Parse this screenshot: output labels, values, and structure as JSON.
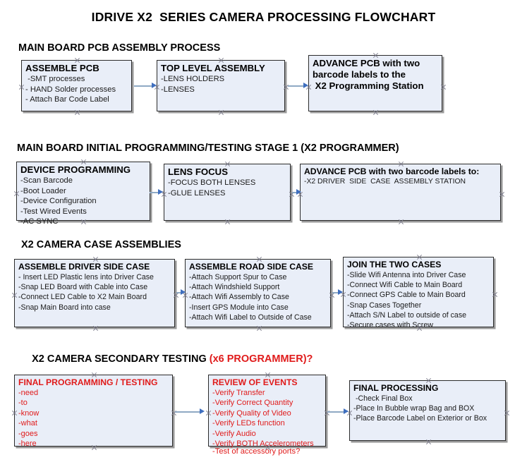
{
  "document": {
    "title": "IDRIVE X2  SERIES CAMERA PROCESSING FLOWCHART"
  },
  "sections": [
    {
      "id": "main-board-pcb-assembly-process",
      "heading": "MAIN BOARD PCB ASSEMBLY PROCESS",
      "heading_accent": ""
    },
    {
      "id": "main-board-initial-programming",
      "heading": "MAIN BOARD INITIAL PROGRAMMING/TESTING STAGE 1 (X2 PROGRAMMER)",
      "heading_accent": ""
    },
    {
      "id": "x2-camera-case-assemblies",
      "heading": "X2 CAMERA CASE ASSEMBLIES",
      "heading_accent": ""
    },
    {
      "id": "x2-camera-secondary-testing",
      "heading": "X2 CAMERA SECONDARY TESTING ",
      "heading_accent": "(x6 PROGRAMMER)?"
    }
  ],
  "nodes": {
    "assemble_pcb": {
      "title": "ASSEMBLE PCB",
      "lines": [
        " -SMT processes",
        "- HAND Solder processes",
        "- Attach Bar Code Label"
      ]
    },
    "top_level_assembly": {
      "title": "TOP LEVEL ASSEMBLY",
      "lines": [
        "-LENS HOLDERS",
        "-LENSES"
      ]
    },
    "advance_pcb_station": {
      "title": "ADVANCE PCB with two\nbarcode labels to the\n X2 Programming Station",
      "lines": []
    },
    "device_programming": {
      "title": "DEVICE PROGRAMMING",
      "lines": [
        "-Scan Barcode",
        "-Boot Loader",
        "-Device Configuration",
        "-Test Wired Events",
        "-AC SYNC"
      ]
    },
    "lens_focus": {
      "title": "LENS FOCUS",
      "lines": [
        "-FOCUS BOTH LENSES",
        "-GLUE LENSES"
      ]
    },
    "advance_pcb_driver_case": {
      "title": "ADVANCE PCB with two barcode labels to:",
      "lines": [
        "-X2 DRIVER  SIDE  CASE  ASSEMBLY STATION"
      ]
    },
    "assemble_driver_side_case": {
      "title": "ASSEMBLE DRIVER SIDE CASE",
      "lines": [
        "- Insert LED Plastic lens into Driver Case",
        "-Snap LED Board with Cable into Case",
        "-Connect LED Cable to X2 Main Board",
        "-Snap Main Board into case"
      ]
    },
    "assemble_road_side_case": {
      "title": "ASSEMBLE ROAD SIDE CASE",
      "lines": [
        "-Attach Support Spur to Case",
        "-Attach Windshield Support",
        "-Attach Wifi Assembly to Case",
        "-Insert GPS Module into Case",
        "-Attach Wifi Label to Outside of Case"
      ]
    },
    "join_the_two_cases": {
      "title": "JOIN THE TWO CASES",
      "lines": [
        "-Slide Wifi Antenna into Driver Case",
        "-Connect Wifi Cable to Main Board",
        "-Connect GPS Cable to Main Board",
        "-Snap Cases Together",
        "-Attach S/N Label to outside of case",
        "-Secure cases with Screw"
      ]
    },
    "final_programming_testing": {
      "title": "FINAL PROGRAMMING / TESTING",
      "lines": [
        "-need",
        "-to",
        "-know",
        "-what",
        "-goes",
        "-here"
      ]
    },
    "review_of_events": {
      "title": "REVIEW OF EVENTS",
      "lines": [
        "-Verify Transfer",
        "-Verify Correct Quantity",
        "-Verify Quality of Video",
        "-Verify LEDs function",
        "-Verify Audio",
        "-Verify BOTH Accelerometers"
      ],
      "overflow_line": "-Test of accessory ports?"
    },
    "final_processing": {
      "title": "FINAL PROCESSING",
      "lines": [
        " -Check Final Box",
        "-Place In Bubble wrap Bag and BOX",
        "-Place Barcode Label on Exterior or Box"
      ]
    }
  },
  "colors": {
    "node_fill": "#e9eef8",
    "node_border": "#2b2b2b",
    "node_shadow": "#9a9a9a",
    "connector": "#8fa9c4",
    "arrowhead": "#3f6fbf",
    "text": "#000000",
    "accent_red": "#e01b1b"
  }
}
